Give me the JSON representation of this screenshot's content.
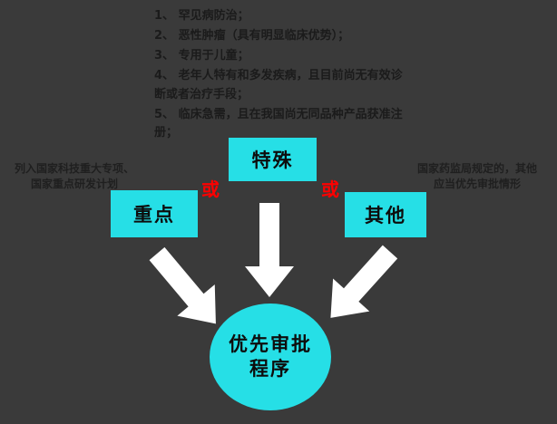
{
  "figure": {
    "bg_color": "#3a3a3a",
    "colors": {
      "box_fill": "#26dfe6",
      "box_text": "#0d0d0d",
      "or_text": "#ff0000",
      "arrow_fill": "#ffffff",
      "list_text": "#1b1b1b",
      "side_label_text": "#1f1f1f"
    }
  },
  "criteria_list": {
    "items": [
      "1、 罕见病防治；",
      "2、 恶性肿瘤（具有明显临床优势）；",
      "3、 专用于儿童；",
      "4、 老年人特有和多发疾病，且目前尚无有效诊断或者治疗手段；",
      "5、 临床急需，且在我国尚无同品种产品获准注册；"
    ]
  },
  "side_labels": {
    "left_line1": "列入国家科技重大专项、",
    "left_line2": "国家重点研发计划",
    "right_line1": "国家药监局规定的，其他",
    "right_line2": "应当优先审批情形"
  },
  "boxes": {
    "left_label": "重点",
    "center_label": "特殊",
    "right_label": "其他"
  },
  "connectors": {
    "or_left": "或",
    "or_right": "或"
  },
  "result_circle": {
    "line1": "优先审批",
    "line2": "程序"
  }
}
